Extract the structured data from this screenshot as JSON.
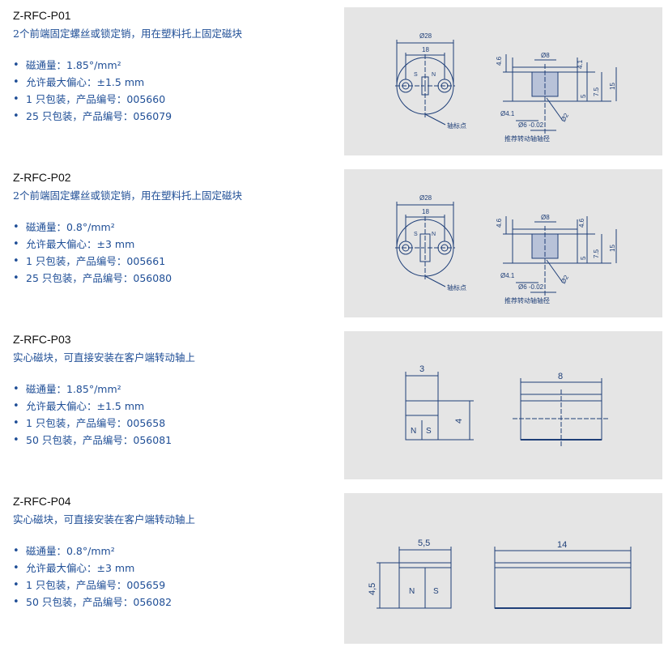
{
  "products": [
    {
      "title": "Z-RFC-P01",
      "description": "2个前端固定螺丝或锁定销，用在塑料托上固定磁块",
      "specs": [
        "磁通量：1.85°/mm²",
        "允许最大偏心：±1.5 mm",
        "1 只包装，产品编号：005660",
        "25 只包装，产品编号：056079"
      ],
      "drawing": {
        "dim_outer": "Ø28",
        "dim_inner": "18",
        "pole_s": "S",
        "pole_n": "N",
        "axis_label": "轴标点",
        "dim_bore": "Ø8",
        "dim_h1": "4.6",
        "dim_h2": "4.1",
        "dim_h3": "7.5",
        "dim_h4": "5",
        "dim_h5": "15",
        "dim_hole": "Ø4.1",
        "dim_shaft": "Ø6 -0.02",
        "dim_r": "Ø2",
        "shaft_label": "推荐转动轴轴径"
      }
    },
    {
      "title": "Z-RFC-P02",
      "description": "2个前端固定螺丝或锁定销，用在塑料托上固定磁块",
      "specs": [
        "磁通量：0.8°/mm²",
        "允许最大偏心：±3 mm",
        "1 只包装，产品编号：005661",
        "25 只包装，产品编号：056080"
      ],
      "drawing": {
        "dim_outer": "Ø28",
        "dim_inner": "18",
        "pole_s": "S",
        "pole_n": "N",
        "axis_label": "轴标点",
        "dim_bore": "Ø8",
        "dim_h1": "4.6",
        "dim_h2": "4.6",
        "dim_h3": "7.5",
        "dim_h4": "5",
        "dim_h5": "15",
        "dim_hole": "Ø4.1",
        "dim_shaft": "Ø6 -0.02",
        "dim_r": "Ø2",
        "shaft_label": "推荐转动轴轴径"
      }
    },
    {
      "title": "Z-RFC-P03",
      "description": "实心磁块，可直接安装在客户端转动轴上",
      "specs": [
        "磁通量：1.85°/mm²",
        "允许最大偏心：±1.5 mm",
        "1 只包装，产品编号：005658",
        "50 只包装，产品编号：056081"
      ],
      "drawing": {
        "dim_w": "3",
        "dim_h": "4",
        "dim_len": "8",
        "pole_n": "N",
        "pole_s": "S"
      }
    },
    {
      "title": "Z-RFC-P04",
      "description": "实心磁块，可直接安装在客户端转动轴上",
      "specs": [
        "磁通量：0.8°/mm²",
        "允许最大偏心：±3 mm",
        "1 只包装，产品编号：005659",
        "50 只包装，产品编号：056082"
      ],
      "drawing": {
        "dim_w": "5,5",
        "dim_h": "4,5",
        "dim_len": "14",
        "pole_n": "N",
        "pole_s": "S"
      }
    }
  ]
}
